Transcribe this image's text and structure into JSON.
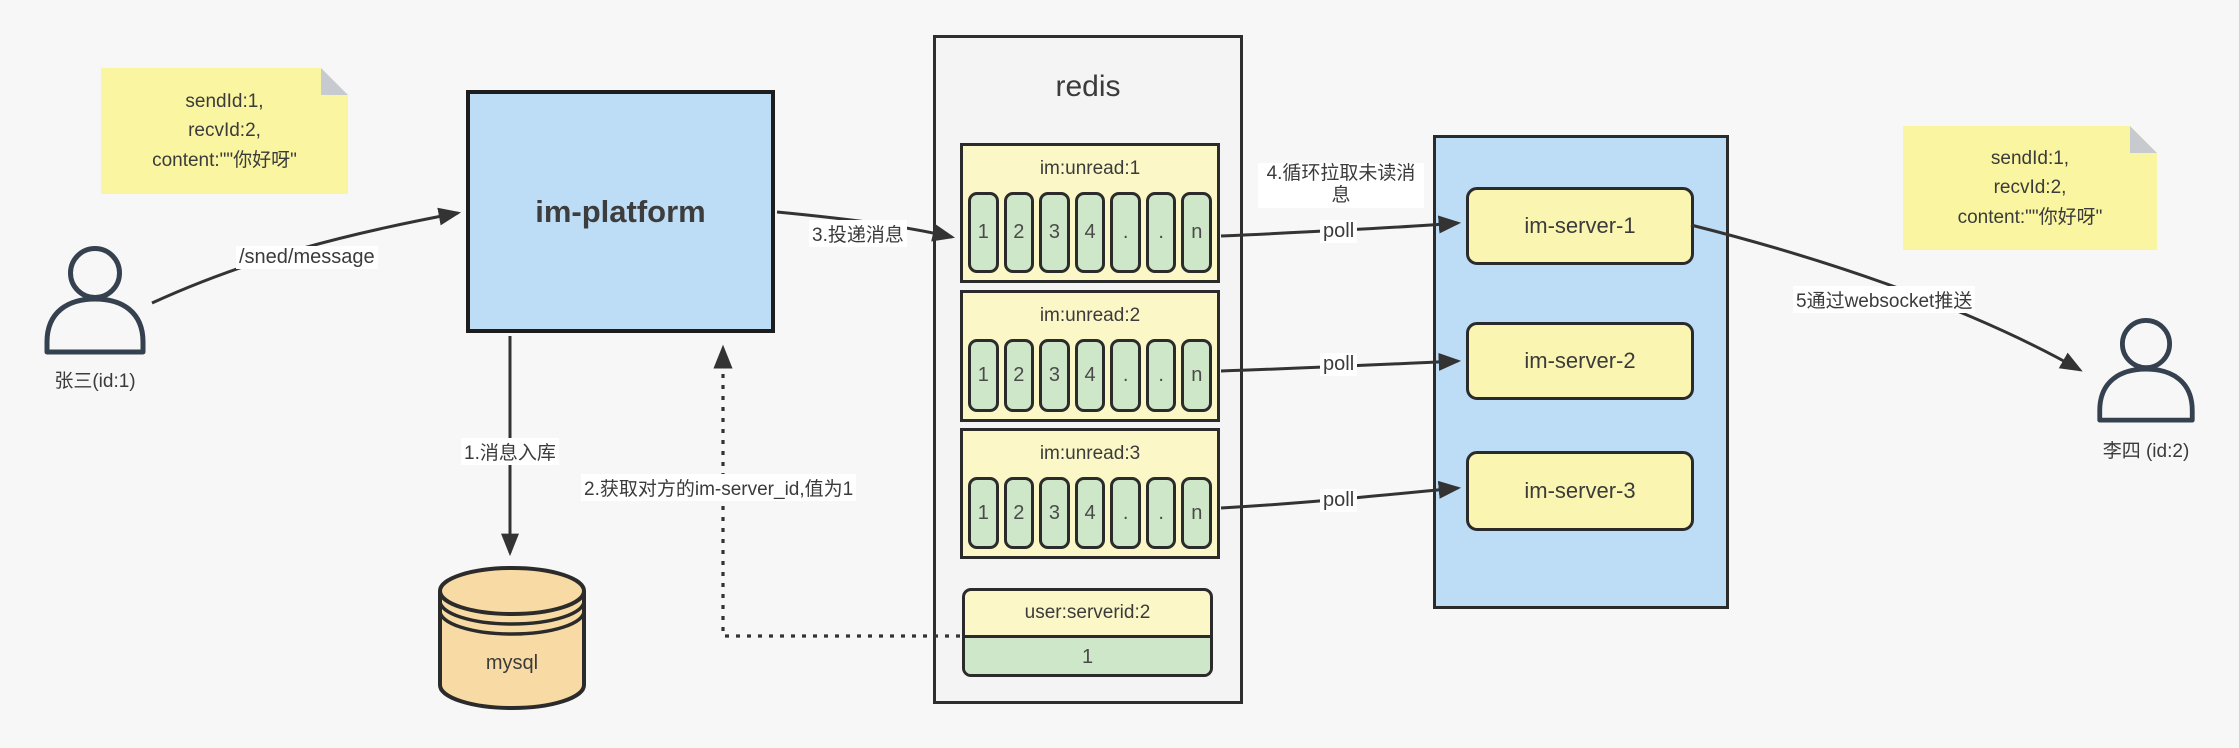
{
  "notes": {
    "left": {
      "lines": [
        "sendId:1,",
        "recvId:2,",
        "content:\"\"你好呀\""
      ]
    },
    "right": {
      "lines": [
        "sendId:1,",
        "recvId:2,",
        "content:\"\"你好呀\""
      ]
    }
  },
  "actors": {
    "sender": {
      "label": "张三(id:1)"
    },
    "receiver": {
      "label": "李四 (id:2)"
    }
  },
  "platform": {
    "label": "im-platform"
  },
  "mysql": {
    "label": "mysql"
  },
  "redis": {
    "title": "redis",
    "queues": [
      {
        "header": "im:unread:1",
        "cells": [
          "1",
          "2",
          "3",
          "4",
          ".",
          ".",
          "n"
        ]
      },
      {
        "header": "im:unread:2",
        "cells": [
          "1",
          "2",
          "3",
          "4",
          ".",
          ".",
          "n"
        ]
      },
      {
        "header": "im:unread:3",
        "cells": [
          "1",
          "2",
          "3",
          "4",
          ".",
          ".",
          "n"
        ]
      }
    ],
    "serverid": {
      "header": "user:serverid:2",
      "value": "1"
    }
  },
  "servers": {
    "items": [
      {
        "label": "im-server-1"
      },
      {
        "label": "im-server-2"
      },
      {
        "label": "im-server-3"
      }
    ]
  },
  "edges": {
    "send_path": "/sned/message",
    "step1": "1.消息入库",
    "step2": "2.获取对方的im-server_id,值为1",
    "step3": "3.投递消息",
    "step4": "4.循环拉取未读消息",
    "poll": "poll",
    "step5": "5通过websocket推送"
  },
  "colors": {
    "background": "#f7f7f7",
    "note_yellow": "#faf5a1",
    "note_fold_gray": "#c7cbd0",
    "box_blue": "#bdddf6",
    "queue_yellow": "#fbf7c6",
    "server_yellow": "#fbf5b2",
    "cell_green": "#cde7c8",
    "mysql_tan": "#f8dba4",
    "line_dark": "#333333"
  }
}
